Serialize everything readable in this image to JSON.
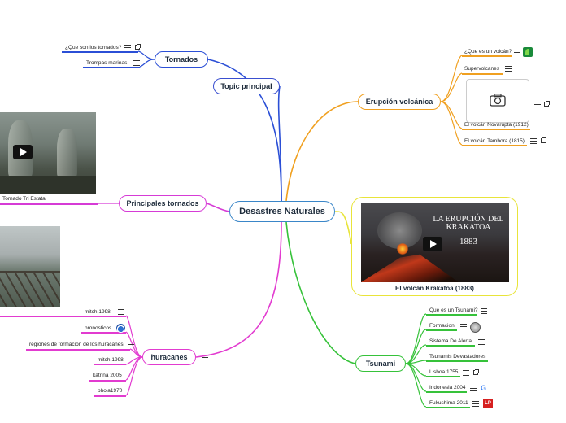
{
  "central": "Desastres Naturales",
  "left_branches": {
    "tornados": {
      "label": "Tornados",
      "children": [
        "¿Que son los tornados?",
        "Trompas marinas"
      ]
    },
    "topic": {
      "label": "Topic principal"
    },
    "principales": {
      "label": "Principales tornados",
      "children": [
        "Tornado Tri Estatal"
      ]
    },
    "huracanes": {
      "label": "huracanes",
      "children": [
        "mitch 1998",
        "pronosticos",
        "regiones de formacion de los huracanes",
        "mitch 1998",
        "katrina 2005",
        "bhola1970"
      ]
    }
  },
  "right_branches": {
    "erupcion": {
      "label": "Erupción volcánica",
      "children": [
        "¿Que es un volcán?",
        "Supervolcanes",
        "El volcán Novarupta (1912)",
        "El volcán Tambora (1815)"
      ]
    },
    "krakatoa": {
      "label": "El volcán Krakatoa (1883)",
      "video_title_line1": "LA ERUPCIÓN DEL",
      "video_title_line2": "KRAKATOA",
      "video_year": "1883"
    },
    "tsunami": {
      "label": "Tsunami",
      "children": [
        "Que es un Tsunami?",
        "Formacion",
        "Sistema De Alerta",
        "Tsunamis Devastadores",
        "Lisboa 1755",
        "Indonesia 2004",
        "Fukushima 2011"
      ]
    }
  },
  "colors": {
    "tornados": "#2b4fd6",
    "principales": "#d63bd6",
    "huracanes": "#e23bd0",
    "erupcion": "#f0a020",
    "krakatoa": "#e8e43a",
    "tsunami": "#36c23a",
    "central": "#3a86c8"
  },
  "icons": [
    "note-icon",
    "external-link-icon",
    "camera-icon",
    "play-icon",
    "google-icon",
    "leaf-icon",
    "noaa-icon",
    "lp-icon"
  ]
}
